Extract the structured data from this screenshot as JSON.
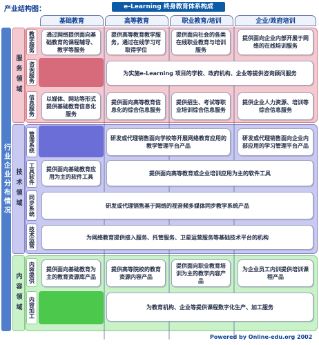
{
  "page_title": "产业结构图：",
  "banner": "e-Learning 终身教育体系构成",
  "columns": [
    "基础教育",
    "高等教育",
    "职业教育/培训",
    "企业/政府培训"
  ],
  "left_category": "行业企业分布情况",
  "groups": {
    "service": "服务领域",
    "tech": "技术领域",
    "content": "内容领域"
  },
  "rows": {
    "teaching": {
      "label": "教学服务",
      "cells": [
        "通过网络提供面向基础教育的课程辅导、教学等服务",
        "提供高等教育教学服务，通过在线学习可取得学位",
        "提供面向社会的各类在线职业教育与培训服务",
        "提供面向企业内部开展于网络的在线培训服务"
      ]
    },
    "consulting": {
      "label": "咨询服务",
      "cells": [
        "为实施e-Learning 项目的学校、政府机构、企业等提供咨询顾问服务"
      ]
    },
    "info": {
      "label": "信息服务",
      "cells": [
        "以媒体、网站等形式提供基础教育信息化服务",
        "提供面向高等教育信息化的综合信息服务",
        "提供招生、考试等职业培训综合信息服务",
        "提供企业人力资源、培训等综合信息服务"
      ]
    },
    "mgmt": {
      "label": "管理系统",
      "cells": [
        "研发或代理销售面向学校等开展网络教育应用的教学管理平台产品",
        "研发或代理销售面向企业内部应用的学习管理平台产品"
      ]
    },
    "tools": {
      "label": "工具软件",
      "cells": [
        "提供面向基础教育应用为主的软件工具",
        "提供面向高等教育或企业培训应用为主的软件工具"
      ]
    },
    "sync": {
      "label": "同步系统",
      "cells": [
        "研发或代理销售基于网络的视音频多媒体同步教学系统产品"
      ]
    },
    "ops": {
      "label": "技术运营",
      "cells": [
        "为网络教育提供接入服务、托管服务、卫星运营服务等基础技术平台的机构"
      ]
    },
    "provide": {
      "label": "内容提供",
      "cells": [
        "提供面向基础教育为主的教育资源库产品",
        "提供高等院校的教育资源内容产品",
        "提供面向职业教育培训为主的教学内容产品",
        "为企业员工内训提供培训课程产品"
      ]
    },
    "process": {
      "label": "内容加工",
      "cells": [
        "为教育机构、企业等提供课程数字化生产、加工服务"
      ]
    }
  },
  "footer": "Powered by Online-edu.org 2002",
  "colors": {
    "service_band": "#f4c9cf",
    "service_dark": "#d86b7b",
    "tech_band": "#c9c9f2",
    "tech_dark": "#6a6ed6",
    "content_band": "#c9f2c9",
    "content_dark": "#4cc94c",
    "left_category": "#4f7fcc",
    "banner": "#0d5aa7"
  }
}
